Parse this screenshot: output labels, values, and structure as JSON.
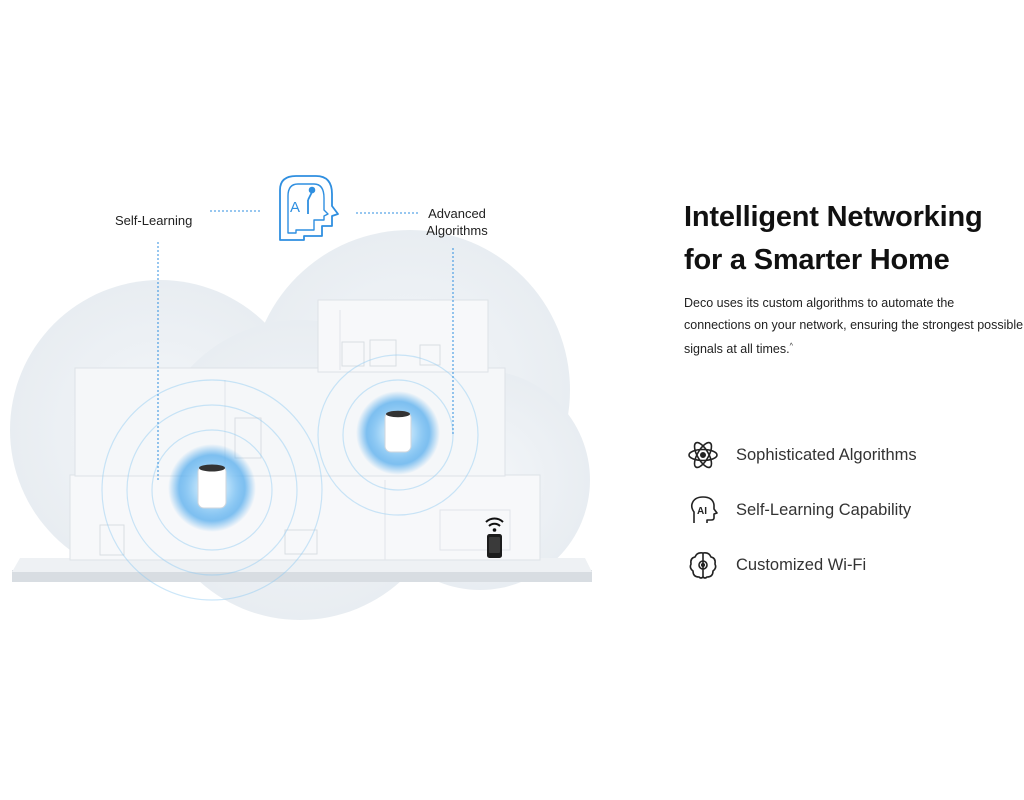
{
  "illustration": {
    "callout_left": "Self-Learning",
    "callout_right_line1": "Advanced",
    "callout_right_line2": "Algorithms",
    "center_icon": "ai-head-icon",
    "device_icon": "deco-router-icon",
    "phone_icon": "smartphone-wifi-icon"
  },
  "headline": {
    "line1": "Intelligent Networking",
    "line2": "for a Smarter Home"
  },
  "description": {
    "text": "Deco uses its custom algorithms to automate the connections on your network, ensuring the strongest possible signals at all times.",
    "footnote_mark": "^"
  },
  "features": [
    {
      "icon": "atom-icon",
      "label": "Sophisticated Algorithms"
    },
    {
      "icon": "ai-head-icon",
      "label": "Self-Learning Capability"
    },
    {
      "icon": "brain-gear-icon",
      "label": "Customized Wi-Fi"
    }
  ],
  "colors": {
    "accent_blue": "#2f8fe0",
    "signal_glow": "#7cc4f5",
    "cloud": "#eef2f6",
    "text_dark": "#111111"
  }
}
